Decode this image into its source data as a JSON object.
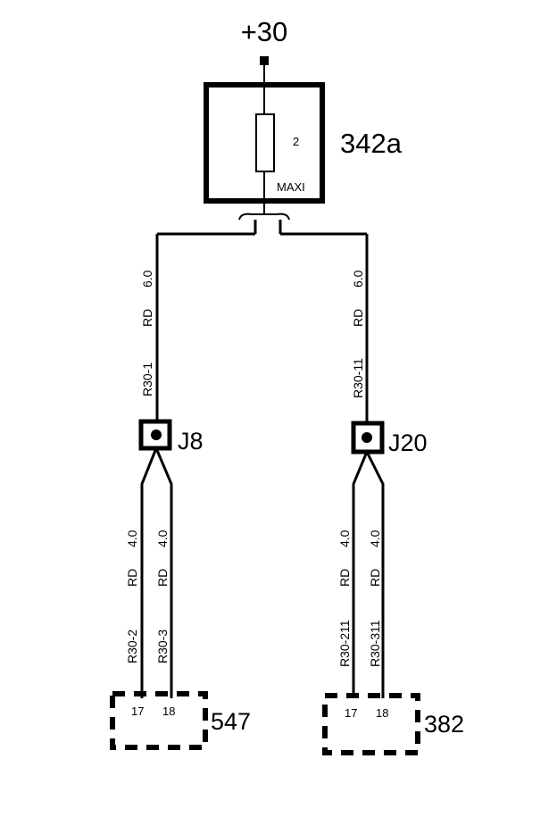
{
  "supply": {
    "label": "+30"
  },
  "fuse": {
    "ref": "342a",
    "pin": "2",
    "type": "MAXI"
  },
  "branches": [
    {
      "junction": "J8",
      "feed": {
        "id": "R30-1",
        "color": "RD",
        "size": "6.0"
      },
      "wires": [
        {
          "id": "R30-2",
          "color": "RD",
          "size": "4.0"
        },
        {
          "id": "R30-3",
          "color": "RD",
          "size": "4.0"
        }
      ],
      "connector": {
        "ref": "547",
        "pins": [
          "17",
          "18"
        ]
      }
    },
    {
      "junction": "J20",
      "feed": {
        "id": "R30-11",
        "color": "RD",
        "size": "6.0"
      },
      "wires": [
        {
          "id": "R30-211",
          "color": "RD",
          "size": "4.0"
        },
        {
          "id": "R30-311",
          "color": "RD",
          "size": "4.0"
        }
      ],
      "connector": {
        "ref": "382",
        "pins": [
          "17",
          "18"
        ]
      }
    }
  ]
}
